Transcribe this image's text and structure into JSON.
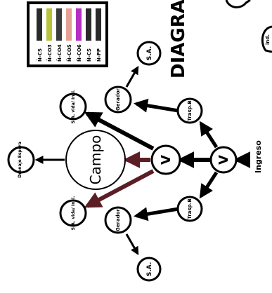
{
  "title": "DIAGRAM",
  "legend": {
    "items": [
      {
        "label": "Ñ-CS",
        "color": "#2a2a2a"
      },
      {
        "label": "Ñ-CO3",
        "color": "#b8c23a"
      },
      {
        "label": "Ñ-CO4",
        "color": "#3a3a3a"
      },
      {
        "label": "Ñ-CO5",
        "color": "#e3a394"
      },
      {
        "label": "Ñ-CO6",
        "color": "#b42fc2"
      },
      {
        "label": "Ñ-CS",
        "color": "#2a2a2a"
      },
      {
        "label": "Ñ-PP",
        "color": "#2a2a2a"
      }
    ]
  },
  "nodes": {
    "ingreso": "Ingreso",
    "valve_main": "V",
    "valve_field": "V",
    "campo": "Campo",
    "drainage": "Drenaje Espera",
    "trasp_top": "Trasp.B",
    "trasp_bottom": "Trasp.B",
    "gerador_top": "Gerador",
    "gerador_bottom": "Gerador",
    "sa_top": "S.A.",
    "sa_bottom": "S.A.",
    "sa_small_top": "S.A. vida/ Insi.",
    "sa_small_bottom": "S.A. vida/ Insi.",
    "corner_node": "ind."
  },
  "colors": {
    "line": "#000000",
    "accent_line": "#5a1e24",
    "accent_arrow": "#6b2a3a"
  }
}
